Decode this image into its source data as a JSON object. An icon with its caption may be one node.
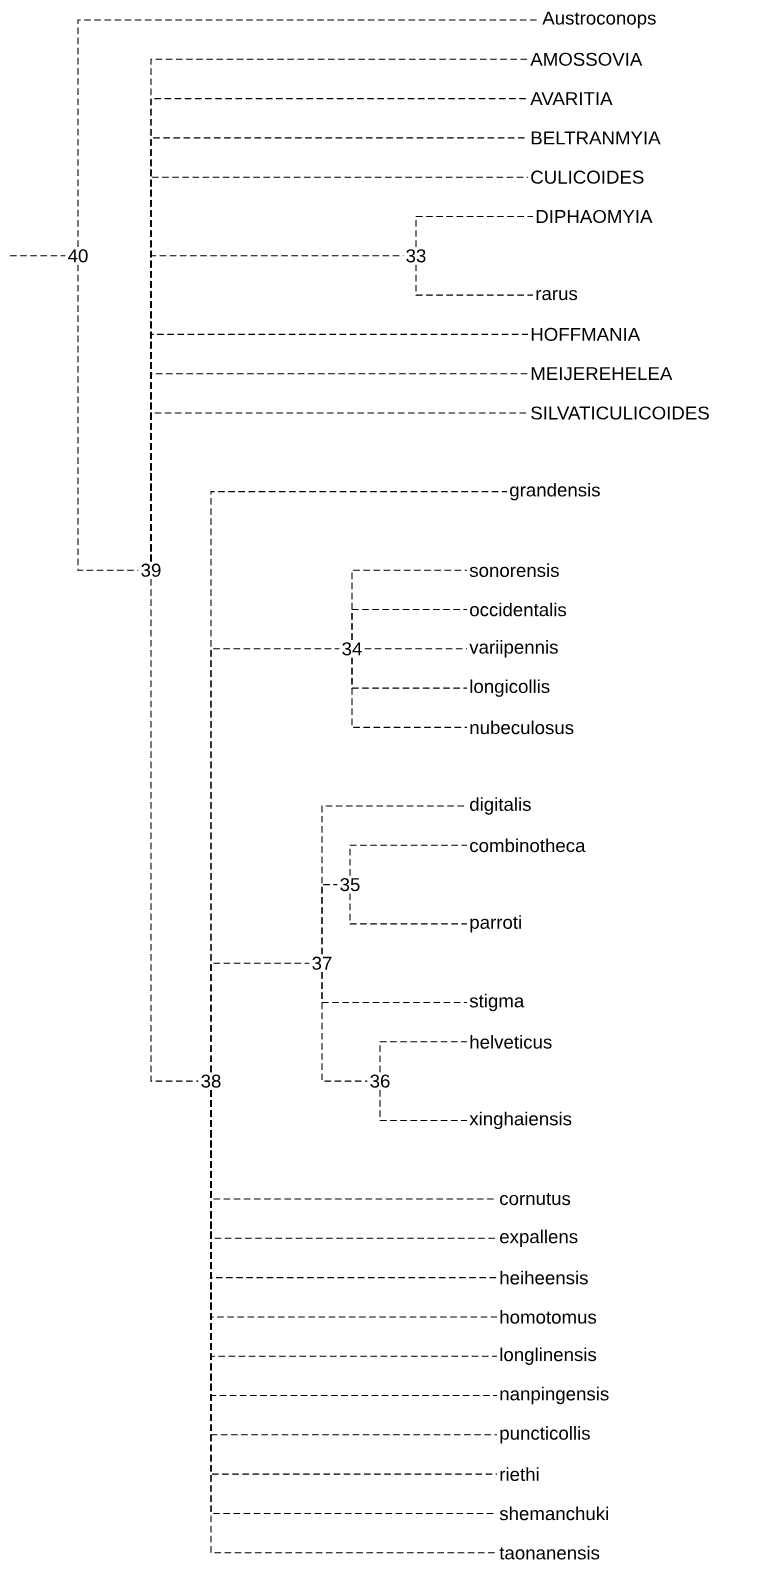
{
  "diagram": {
    "nodes": [
      {
        "text": [
          "Austroconops"
        ]
      },
      {
        "text": [
          "AMOSSOVIA"
        ]
      },
      {
        "text": [
          "AVARITIA"
        ]
      },
      {
        "text": [
          "BELTRANMYIA"
        ]
      },
      {
        "text": [
          "CULICOIDES"
        ]
      },
      {
        "text": [
          "DIPHAOMYIA"
        ]
      },
      {
        "text": [
          "40"
        ]
      },
      {
        "text": [
          "33"
        ]
      },
      {
        "text": [
          "rarus"
        ]
      },
      {
        "text": [
          "HOFFMANIA"
        ]
      },
      {
        "text": [
          "MEIJEREHELEA"
        ]
      },
      {
        "text": [
          "SILVATICULICOIDES"
        ]
      },
      {
        "text": [
          "grandensis"
        ]
      },
      {
        "text": [
          "39"
        ]
      },
      {
        "text": [
          "sonorensis"
        ]
      },
      {
        "text": [
          "occidentalis"
        ]
      },
      {
        "text": [
          "34"
        ]
      },
      {
        "text": [
          "variipennis"
        ]
      },
      {
        "text": [
          "longicollis"
        ]
      },
      {
        "text": [
          "nubeculosus"
        ]
      },
      {
        "text": [
          "digitalis"
        ]
      },
      {
        "text": [
          "combinotheca"
        ]
      },
      {
        "text": [
          "35"
        ]
      },
      {
        "text": [
          "parroti"
        ]
      },
      {
        "text": [
          "37"
        ]
      },
      {
        "text": [
          "stigma"
        ]
      },
      {
        "text": [
          "helveticus"
        ]
      },
      {
        "text": [
          "38"
        ]
      },
      {
        "text": [
          "36"
        ]
      },
      {
        "text": [
          "xinghaiensis"
        ]
      },
      {
        "text": [
          "cornutus"
        ]
      },
      {
        "text": [
          "expallens"
        ]
      },
      {
        "text": [
          "heiheensis"
        ]
      },
      {
        "text": [
          "homotomus"
        ]
      },
      {
        "text": [
          "longlinensis"
        ]
      },
      {
        "text": [
          "nanpingensis"
        ]
      },
      {
        "text": [
          "puncticollis"
        ]
      },
      {
        "text": [
          "riethi"
        ]
      },
      {
        "text": [
          "shemanchuki"
        ]
      },
      {
        "text": [
          "taonanensis"
        ]
      }
    ],
    "edges": [
      {
        "from": null,
        "to": 6,
        "arrow": "none"
      },
      {
        "from": 6,
        "to": 0,
        "arrow": "none"
      },
      {
        "from": 6,
        "to": 13,
        "arrow": "none"
      },
      {
        "from": 13,
        "to": 1,
        "arrow": "none"
      },
      {
        "from": 13,
        "to": 2,
        "arrow": "none"
      },
      {
        "from": 13,
        "to": 3,
        "arrow": "none"
      },
      {
        "from": 13,
        "to": 4,
        "arrow": "none"
      },
      {
        "from": 13,
        "to": 7,
        "arrow": "none"
      },
      {
        "from": 13,
        "to": 9,
        "arrow": "none"
      },
      {
        "from": 13,
        "to": 10,
        "arrow": "none"
      },
      {
        "from": 13,
        "to": 11,
        "arrow": "none"
      },
      {
        "from": 13,
        "to": 27,
        "arrow": "none"
      },
      {
        "from": 7,
        "to": 5,
        "arrow": "none"
      },
      {
        "from": 7,
        "to": 8,
        "arrow": "none"
      },
      {
        "from": 27,
        "to": 12,
        "arrow": "none"
      },
      {
        "from": 27,
        "to": 16,
        "arrow": "none"
      },
      {
        "from": 27,
        "to": 24,
        "arrow": "none"
      },
      {
        "from": 27,
        "to": 30,
        "arrow": "none"
      },
      {
        "from": 27,
        "to": 31,
        "arrow": "none"
      },
      {
        "from": 27,
        "to": 32,
        "arrow": "none"
      },
      {
        "from": 27,
        "to": 33,
        "arrow": "none"
      },
      {
        "from": 27,
        "to": 34,
        "arrow": "none"
      },
      {
        "from": 27,
        "to": 35,
        "arrow": "none"
      },
      {
        "from": 27,
        "to": 36,
        "arrow": "none"
      },
      {
        "from": 27,
        "to": 37,
        "arrow": "none"
      },
      {
        "from": 27,
        "to": 38,
        "arrow": "none"
      },
      {
        "from": 27,
        "to": 39,
        "arrow": "none"
      },
      {
        "from": 16,
        "to": 14,
        "arrow": "none"
      },
      {
        "from": 16,
        "to": 15,
        "arrow": "none"
      },
      {
        "from": 16,
        "to": 17,
        "arrow": "none"
      },
      {
        "from": 16,
        "to": 18,
        "arrow": "none"
      },
      {
        "from": 16,
        "to": 19,
        "arrow": "none"
      },
      {
        "from": 24,
        "to": 20,
        "arrow": "none"
      },
      {
        "from": 24,
        "to": 22,
        "arrow": "none"
      },
      {
        "from": 24,
        "to": 25,
        "arrow": "none"
      },
      {
        "from": 24,
        "to": 28,
        "arrow": "none"
      },
      {
        "from": 22,
        "to": 21,
        "arrow": "none"
      },
      {
        "from": 22,
        "to": 23,
        "arrow": "none"
      },
      {
        "from": 28,
        "to": 26,
        "arrow": "none"
      },
      {
        "from": 28,
        "to": 29,
        "arrow": "none"
      }
    ]
  }
}
